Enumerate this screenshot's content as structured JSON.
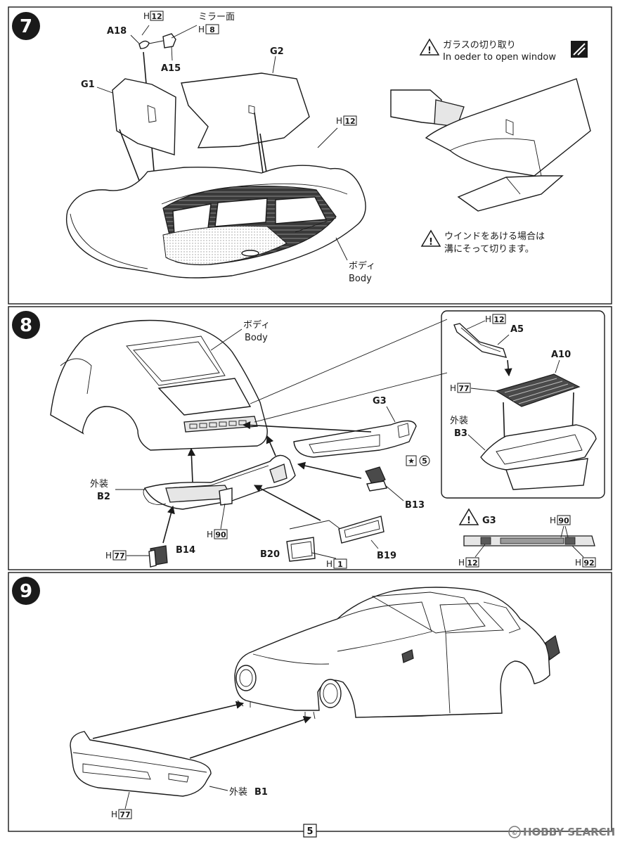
{
  "steps": [
    {
      "number": "7"
    },
    {
      "number": "8"
    },
    {
      "number": "9"
    }
  ],
  "step7": {
    "parts": {
      "a18": "A18",
      "a15": "A15",
      "g1": "G1",
      "g2": "G2"
    },
    "paint": {
      "h12_top": {
        "prefix": "H",
        "code": "12"
      },
      "h8": {
        "prefix": "H",
        "code": "8"
      },
      "h12_body": {
        "prefix": "H",
        "code": "12"
      }
    },
    "mirror_face": "ミラー面",
    "body_jp": "ボディ",
    "body_en": "Body",
    "note1_jp": "ガラスの切り取り",
    "note1_en": "In oeder to open window",
    "note2_line1": "ウインドをあける場合は",
    "note2_line2": "溝にそって切ります。"
  },
  "step8": {
    "body_jp": "ボディ",
    "body_en": "Body",
    "parts": {
      "g3": "G3",
      "b2_jp": "外装",
      "b2": "B2",
      "b13": "B13",
      "b14": "B14",
      "b19": "B19",
      "b20": "B20",
      "a5": "A5",
      "a10": "A10",
      "b3_jp": "外装",
      "b3": "B3",
      "g3_detail": "G3"
    },
    "paint": {
      "h90": {
        "prefix": "H",
        "code": "90"
      },
      "h77_b14": {
        "prefix": "H",
        "code": "77"
      },
      "h1": {
        "prefix": "H",
        "code": "1"
      },
      "h12_a5": {
        "prefix": "H",
        "code": "12"
      },
      "h77_a10": {
        "prefix": "H",
        "code": "77"
      },
      "h90_g3": {
        "prefix": "H",
        "code": "90"
      },
      "h12_g3": {
        "prefix": "H",
        "code": "12"
      },
      "h92_g3": {
        "prefix": "H",
        "code": "92"
      }
    },
    "decal": "5"
  },
  "step9": {
    "bumper_jp": "外装",
    "bumper": "B1",
    "paint": {
      "h77": {
        "prefix": "H",
        "code": "77"
      }
    }
  },
  "page_number": "5",
  "watermark": "HOBBY SEARCH"
}
